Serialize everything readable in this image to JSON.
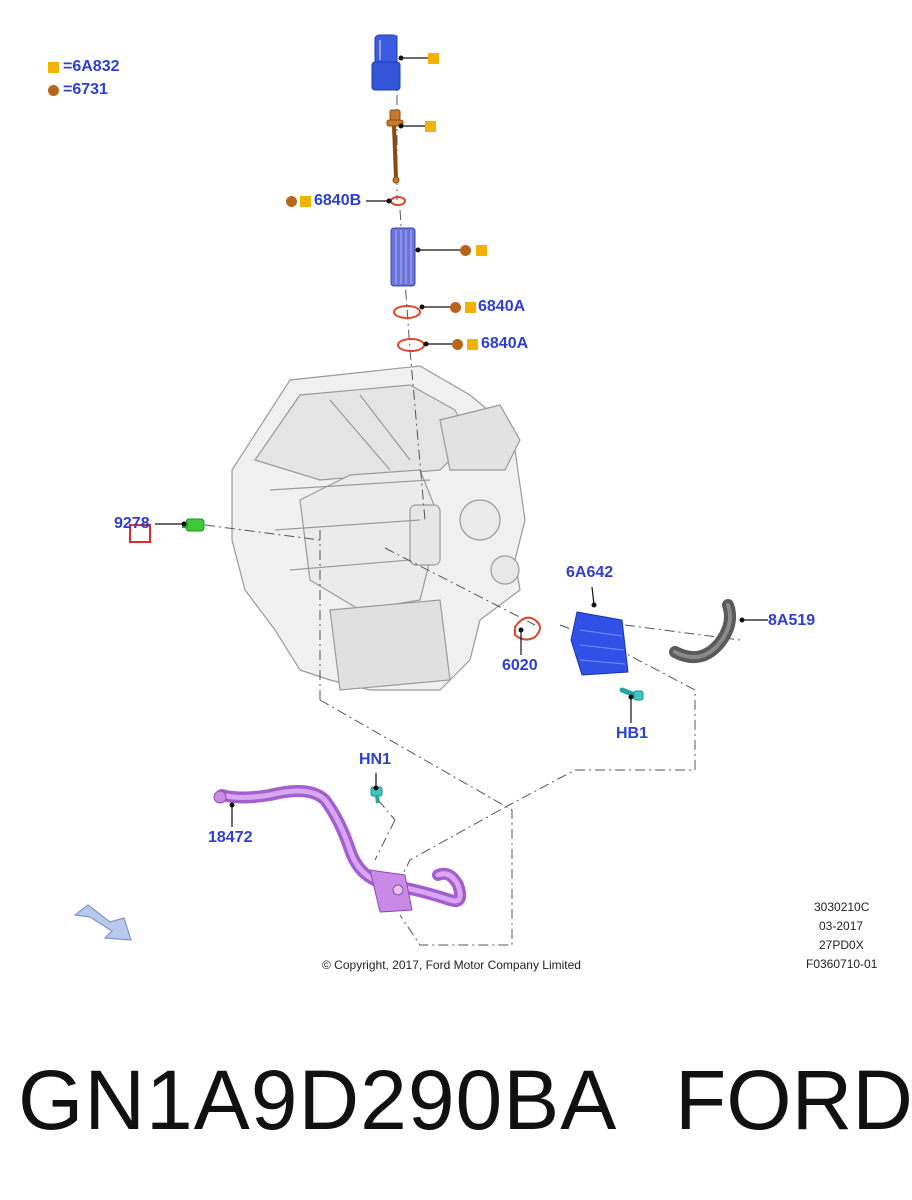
{
  "legend": [
    {
      "symbol": "square",
      "text": "=6A832"
    },
    {
      "symbol": "circle",
      "text": "=6731"
    }
  ],
  "callouts": {
    "c6840b": "6840B",
    "c6840a_upper": "6840A",
    "c6840a_lower": "6840A",
    "c9278": "9278",
    "c6a642": "6A642",
    "c8a519": "8A519",
    "c6020": "6020",
    "chb1": "HB1",
    "chn1": "HN1",
    "c18472": "18472"
  },
  "meta": {
    "code": "3030210C",
    "date": "03-2017",
    "model": "27PD0X",
    "figure": "F0360710-01"
  },
  "copyright": "© Copyright, 2017, Ford Motor Company Limited",
  "part_number": "GN1A9D290BA",
  "brand": "FORD",
  "colors": {
    "callout": "#2c3fd1",
    "square_marker": "#f2b200",
    "circle_marker": "#b8651c",
    "cap": "#3b5be0",
    "filter": "#6c74d8",
    "seal": "#e0452a",
    "sensor": "#3ec83a",
    "cooler": "#3050e8",
    "hose": "#5a5a5a",
    "tube": "#c98ae6",
    "bolt": "#3cc8c0"
  }
}
